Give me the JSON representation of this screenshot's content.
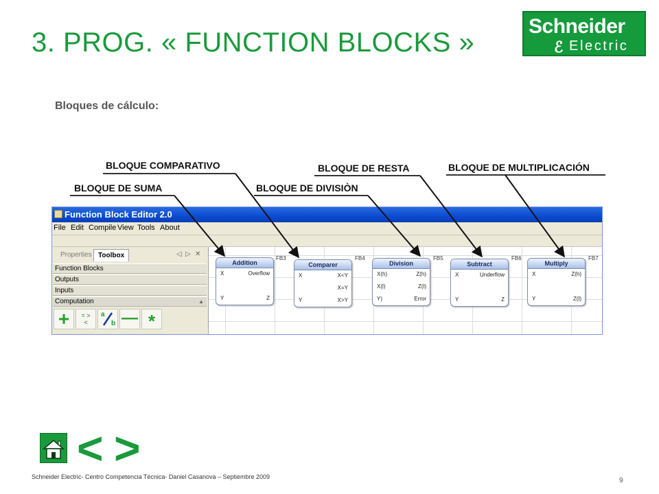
{
  "slide": {
    "title": "3. PROG.  « FUNCTION BLOCKS »",
    "subtitle": "Bloques de cálculo:",
    "footer": "Schneider Electric- Centro Competencia Técnica- Daniel Casanova – Septiembre 2009",
    "page_number": "9"
  },
  "brand": {
    "line1": "Schneider",
    "line2": "Electric",
    "color": "#1a9a3c"
  },
  "callouts": {
    "suma": "BLOQUE DE SUMA",
    "comparativo": "BLOQUE COMPARATIVO",
    "division": "BLOQUE DE DIVISIÒN",
    "resta": "BLOQUE DE RESTA",
    "multiplicacion": "BLOQUE DE MULTIPLICACIÓN"
  },
  "app": {
    "title": "Function Block Editor 2.0",
    "menu": [
      "File",
      "Edit",
      "Compile",
      "View",
      "Tools",
      "About"
    ],
    "tabs": [
      "Properties",
      "Toolbox"
    ],
    "tab_controls": [
      "◁",
      "▷",
      "✕"
    ],
    "sections": [
      "Function Blocks",
      "Outputs",
      "Inputs",
      "Computation"
    ],
    "tools": [
      "add-tool",
      "compare-tool",
      "divide-tool",
      "subtract-tool",
      "multiply-tool"
    ],
    "tool_glyphs": {
      "add": "+",
      "compare_top": "= >",
      "compare_bottom": "<",
      "divide_a": "a",
      "divide_b": "b",
      "subtract": "—",
      "multiply": "*"
    },
    "blocks": [
      {
        "name": "Addition",
        "label": "FB3",
        "ports": [
          [
            "X",
            "Overflow"
          ],
          [
            "Y",
            "Z"
          ]
        ]
      },
      {
        "name": "Comparer",
        "label": "FB4",
        "ports": [
          [
            "X",
            "X<Y"
          ],
          [
            "",
            "X=Y"
          ],
          [
            "Y",
            "X>Y"
          ]
        ]
      },
      {
        "name": "Division",
        "label": "FB5",
        "ports": [
          [
            "X(h)",
            "Z(h)"
          ],
          [
            "X(l)",
            "Z(l)"
          ],
          [
            "Y)",
            "Error"
          ]
        ]
      },
      {
        "name": "Subtract",
        "label": "FB6",
        "ports": [
          [
            "X",
            "Underflow"
          ],
          [
            "Y",
            "Z"
          ]
        ]
      },
      {
        "name": "Multiply",
        "label": "FB7",
        "ports": [
          [
            "X",
            "Z(h)"
          ],
          [
            "Y",
            "Z(l)"
          ]
        ]
      }
    ]
  },
  "nav": {
    "prev": "<",
    "next": ">"
  }
}
